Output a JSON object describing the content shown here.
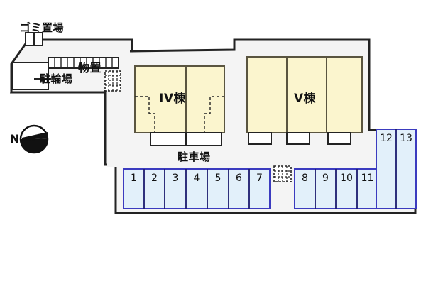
{
  "plan": {
    "title_labels": {
      "gomi": "ゴミ置場",
      "chuurinjou": "駐輪場",
      "monooki": "物置",
      "chuushajou": "駐車場"
    },
    "buildings": [
      {
        "id": "building-4",
        "label": "IV棟",
        "sections": 2
      },
      {
        "id": "building-5",
        "label": "V棟",
        "sections": 3
      }
    ],
    "parking_stalls": [
      {
        "number": "1"
      },
      {
        "number": "2"
      },
      {
        "number": "3"
      },
      {
        "number": "4"
      },
      {
        "number": "5"
      },
      {
        "number": "6"
      },
      {
        "number": "7"
      },
      {
        "number": "8"
      },
      {
        "number": "9"
      },
      {
        "number": "10"
      },
      {
        "number": "11"
      },
      {
        "number": "12"
      },
      {
        "number": "13"
      }
    ],
    "compass": {
      "label": "N",
      "icon": "compass-north-icon",
      "direction": "north-left"
    },
    "colors": {
      "building_fill": "#FBF5CE",
      "building_stroke": "#5a5540",
      "stall_fill": "#E2F0FA",
      "stall_stroke": "#3b3bbf",
      "site_fill": "#F4F4F4",
      "site_stroke": "#232323",
      "white": "#FFFFFF",
      "text": "#111111",
      "background": "#FFFFFF"
    }
  }
}
